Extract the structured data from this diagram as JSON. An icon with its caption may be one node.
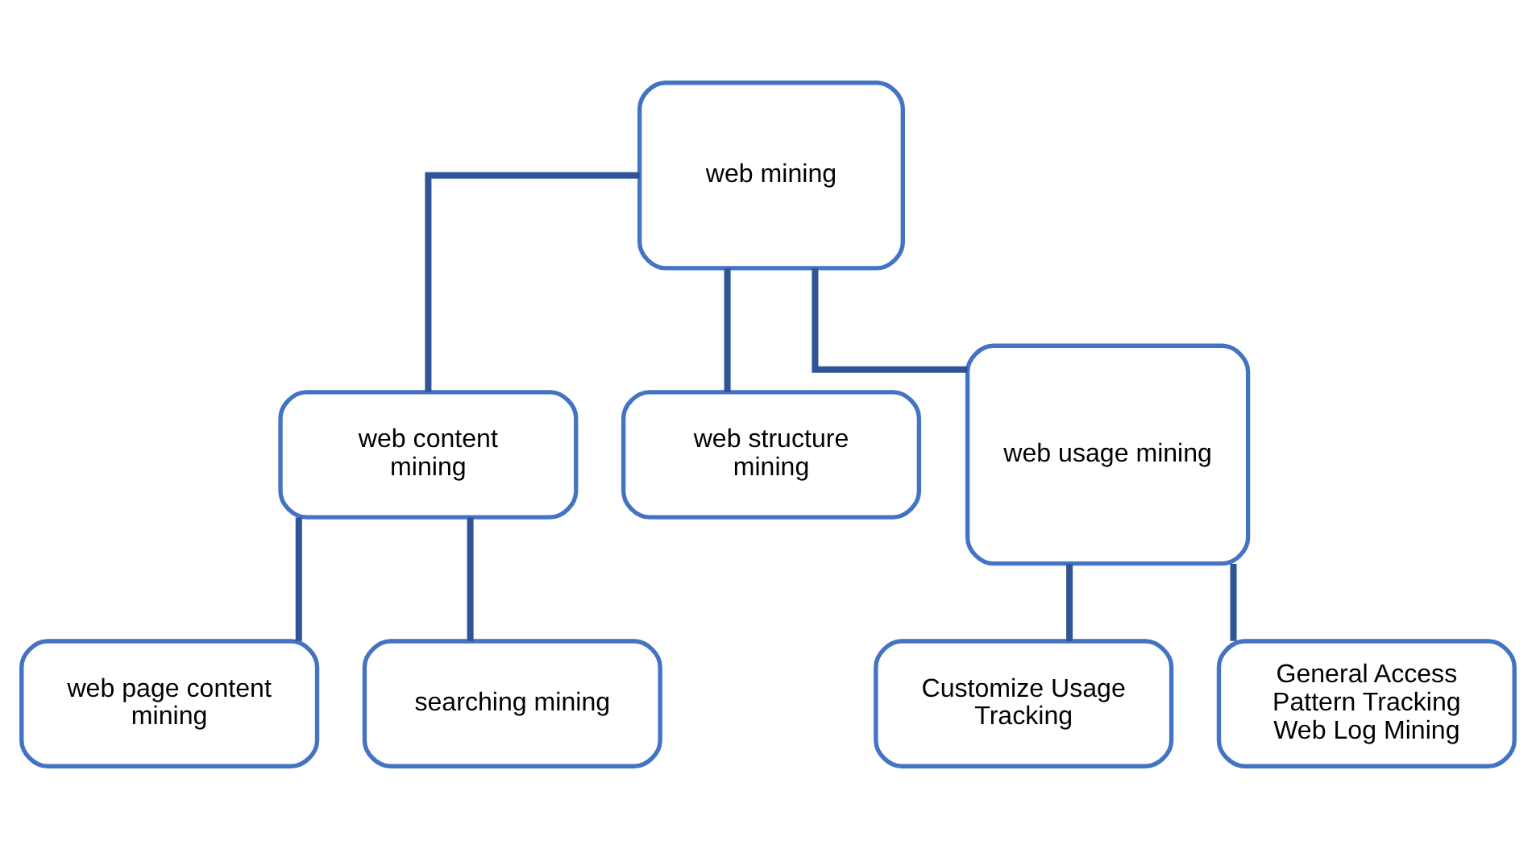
{
  "diagram": {
    "nodes": [
      {
        "text": [
          "web mining"
        ]
      },
      {
        "text": [
          "web content mining"
        ]
      },
      {
        "text": [
          "web structure mining"
        ]
      },
      {
        "text": [
          "web usage mining"
        ]
      },
      {
        "text": [
          "web page content mining"
        ]
      },
      {
        "text": [
          "searching mining"
        ]
      },
      {
        "text": [
          "Customize Usage Tracking"
        ]
      },
      {
        "text": [
          "General Access Pattern Tracking Web Log Mining"
        ]
      }
    ],
    "edges": [
      {
        "from": 0,
        "to": 1,
        "arrow": "none"
      },
      {
        "from": 0,
        "to": 2,
        "arrow": "none"
      },
      {
        "from": 0,
        "to": 3,
        "arrow": "none"
      },
      {
        "from": 1,
        "to": 4,
        "arrow": "none"
      },
      {
        "from": 1,
        "to": 5,
        "arrow": "none"
      },
      {
        "from": 3,
        "to": 6,
        "arrow": "none"
      },
      {
        "from": 3,
        "to": 7,
        "arrow": "none"
      }
    ]
  }
}
